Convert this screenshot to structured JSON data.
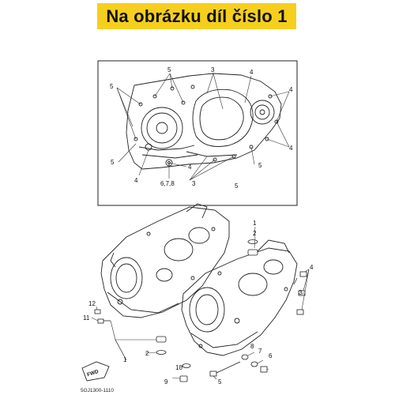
{
  "banner": {
    "title": "Na obrázku díl číslo 1",
    "background": "#f6cf1e"
  },
  "upper_view": {
    "callouts": [
      "5",
      "5",
      "3",
      "4",
      "5",
      "4",
      "4",
      "5",
      "4",
      "6,7,8",
      "4",
      "3",
      "5"
    ]
  },
  "exploded_view": {
    "callouts": [
      "1",
      "2",
      "4",
      "3",
      "12",
      "11",
      "2",
      "1",
      "8",
      "7",
      "6",
      "10",
      "9",
      "5"
    ],
    "direction_label": "FWD"
  },
  "drawing_code": "5GJ1300-1110"
}
